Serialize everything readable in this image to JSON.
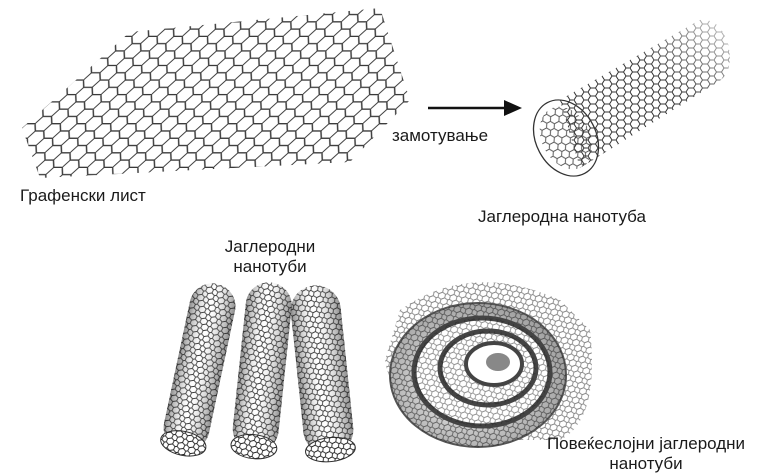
{
  "labels": {
    "graphene_sheet": "Графенски лист",
    "rolling": "замотување",
    "carbon_nanotube": "Јаглеродна нанотуба",
    "carbon_nanotubes_line1": "Јаглеродни",
    "carbon_nanotubes_line2": "нанотуби",
    "multiwall_line1": "Повеќеслојни јаглеродни",
    "multiwall_line2": "нанотуби"
  },
  "colors": {
    "line": "#333333",
    "tube_dark": "#2b2b2b",
    "tube_mid": "#8a8a8a",
    "tube_light": "#d8d8d8"
  }
}
